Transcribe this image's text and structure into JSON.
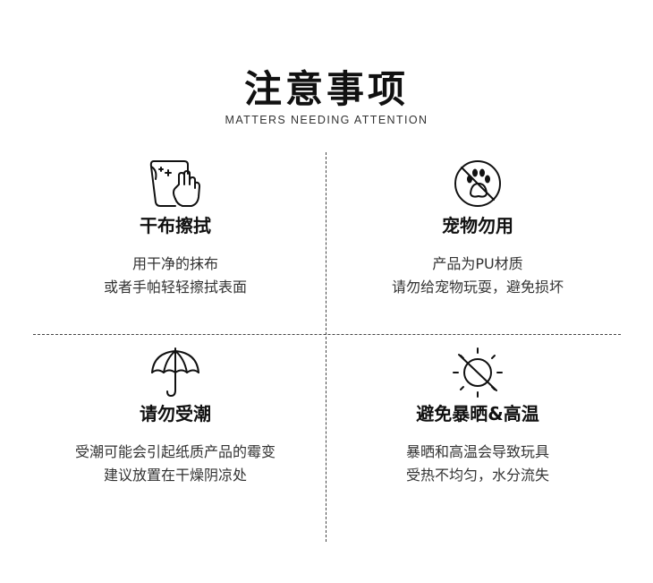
{
  "header": {
    "title": "注意事项",
    "subtitle": "MATTERS NEEDING ATTENTION"
  },
  "items": [
    {
      "icon": "wipe-cloth-icon",
      "title": "干布擦拭",
      "lines": [
        "用干净的抹布",
        "或者手帕轻轻擦拭表面"
      ]
    },
    {
      "icon": "no-pets-icon",
      "title": "宠物勿用",
      "lines": [
        "产品为PU材质",
        "请勿给宠物玩耍，避免损坏"
      ]
    },
    {
      "icon": "umbrella-icon",
      "title": "请勿受潮",
      "lines": [
        "受潮可能会引起纸质产品的霉变",
        "建议放置在干燥阴凉处"
      ]
    },
    {
      "icon": "no-sun-icon",
      "title": "避免暴晒&高温",
      "lines": [
        "暴晒和高温会导致玩具",
        "受热不均匀，水分流失"
      ]
    }
  ],
  "colors": {
    "text": "#111111",
    "body_text": "#333333",
    "divider": "#444444",
    "background": "#ffffff"
  }
}
